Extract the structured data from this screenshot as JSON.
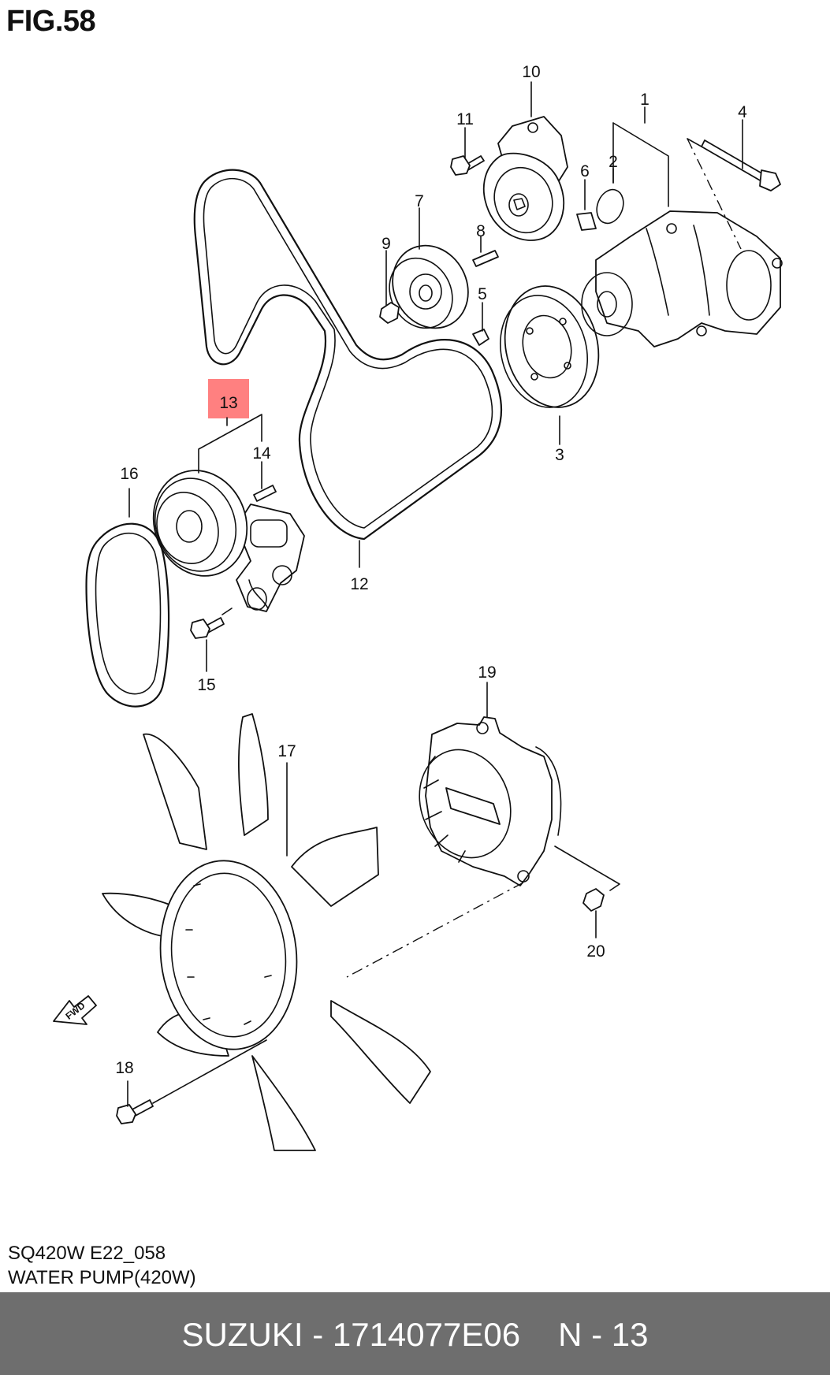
{
  "figure": {
    "title": "FIG.58"
  },
  "callouts": [
    "1",
    "2",
    "3",
    "4",
    "5",
    "6",
    "7",
    "8",
    "9",
    "10",
    "11",
    "12",
    "13",
    "14",
    "15",
    "16",
    "17",
    "18",
    "19",
    "20"
  ],
  "highlight": {
    "callout": "13",
    "color": "#ff8080"
  },
  "fwd_arrow_label": "FWD",
  "caption": {
    "code": "SQ420W E22_058",
    "name": "WATER PUMP(420W)"
  },
  "bottom_bar": {
    "brand": "SUZUKI",
    "separator": " - ",
    "part_number": "1714077E06",
    "page": "N - 13",
    "color": "#6e6e6e"
  }
}
